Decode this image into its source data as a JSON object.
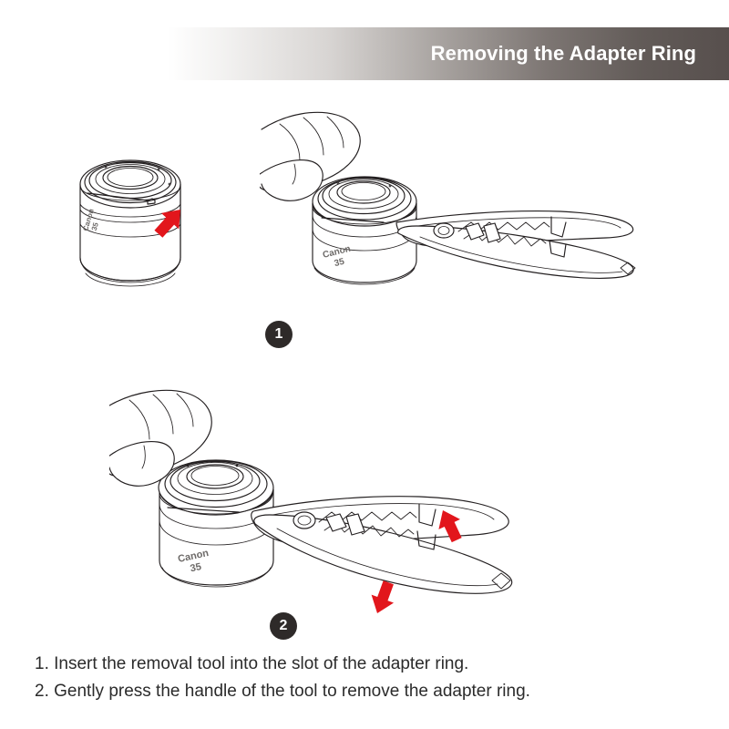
{
  "header": {
    "title": "Removing the Adapter Ring",
    "gradient_from": "#ffffff",
    "gradient_to": "#574f4d",
    "text_color": "#ffffff"
  },
  "accent": {
    "arrow_red": "#e2161c",
    "badge_dark": "#2e2a29",
    "line_black": "#231f20",
    "lens_label_gray": "#6d6a68"
  },
  "figures": [
    {
      "id": "figure-1",
      "badge": "1",
      "parts": [
        {
          "name": "adapter-ring-lens",
          "label_line1": "Canon",
          "label_line2": "35",
          "arrows": [
            {
              "name": "slot-pointer-arrow",
              "direction": "up-left",
              "color": "#e2161c"
            }
          ]
        },
        {
          "name": "lens-with-hand-and-tool",
          "label_line1": "Canon",
          "label_line2": "35",
          "arrows": []
        }
      ]
    },
    {
      "id": "figure-2",
      "badge": "2",
      "parts": [
        {
          "name": "lens-with-hand-and-tool-pressed",
          "label_line1": "Canon",
          "label_line2": "35",
          "arrows": [
            {
              "name": "press-upper-handle-arrow",
              "direction": "down-left",
              "color": "#e2161c"
            },
            {
              "name": "press-lower-handle-arrow",
              "direction": "up-right",
              "color": "#e2161c"
            }
          ]
        }
      ]
    }
  ],
  "captions": [
    "1. Insert the removal tool into the slot of the adapter ring.",
    "2. Gently press the handle of the tool to remove the adapter ring."
  ]
}
